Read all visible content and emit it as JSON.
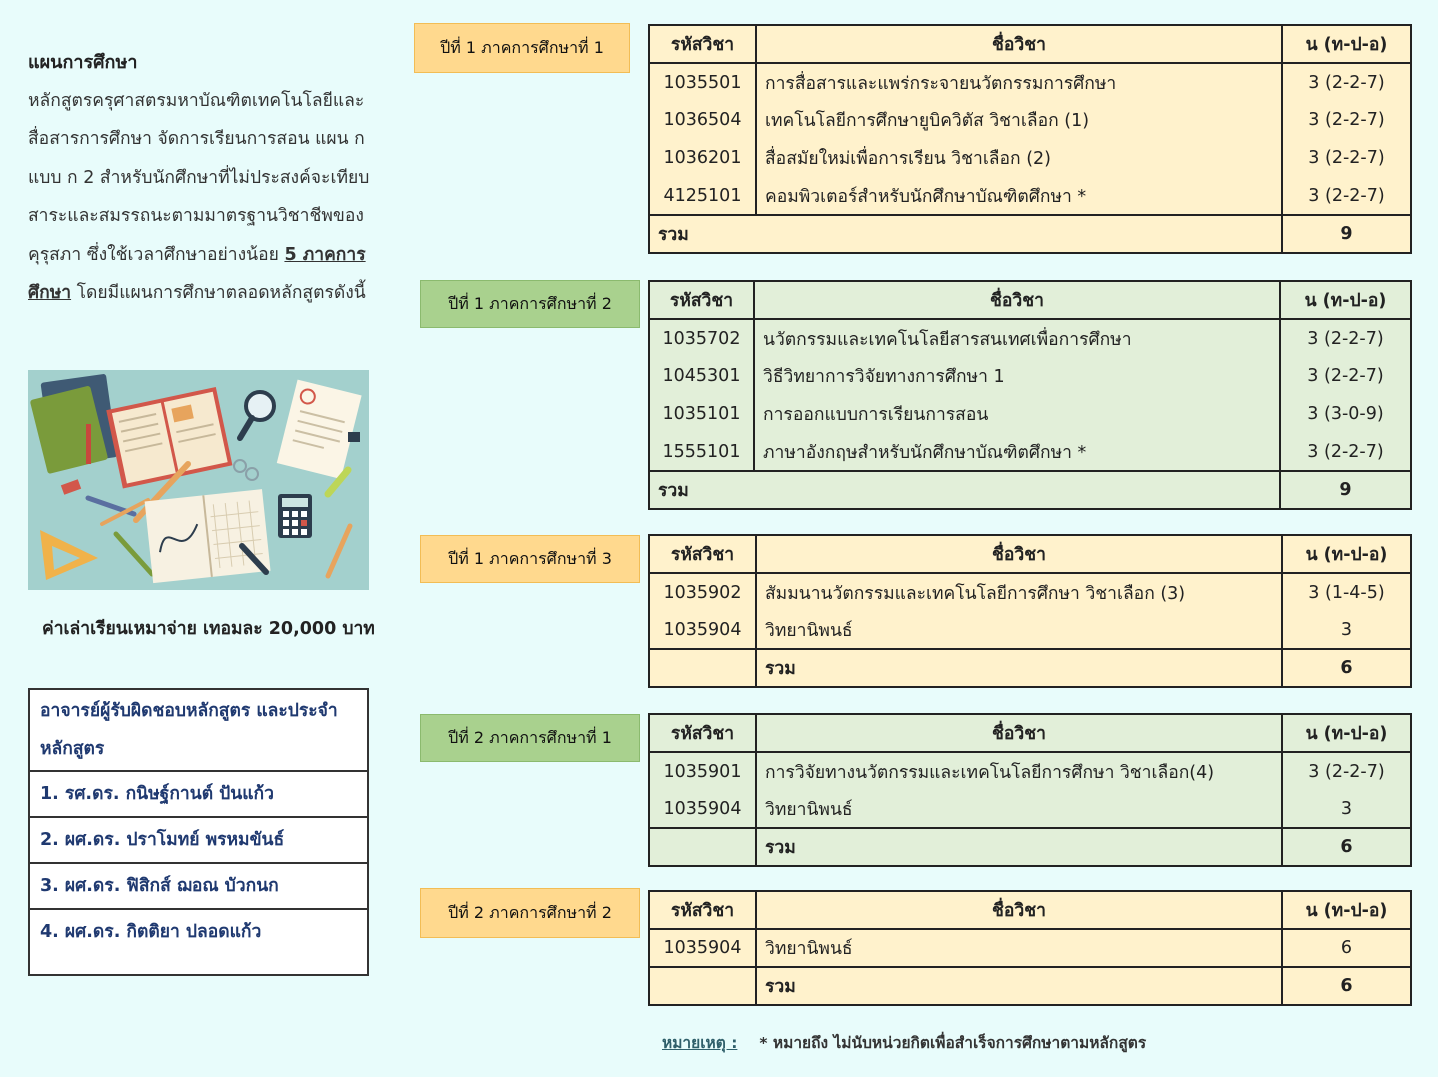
{
  "intro": {
    "title": "แผนการศึกษา",
    "body_before": "หลักสูตรครุศาสตรมหาบัณฑิตเทคโนโลยีและสื่อสารการศึกษา จัดการเรียนการสอน แผน ก แบบ ก 2 สำหรับนักศึกษาที่ไม่ประสงค์จะเทียบสาระและสมรรถนะตามมาตรฐานวิชาชีพของคุรุสภา ซึ่งใช้เวลาศึกษาอย่างน้อย",
    "body_emphasis": "5 ภาคการศึกษา",
    "body_after": "โดยมีแผนการศึกษาตลอดหลักสูตรดังนี้"
  },
  "fee": "ค่าเล่าเรียนเหมาจ่าย เทอมละ 20,000 บาท",
  "staff": {
    "header": "อาจารย์ผู้รับผิดชอบหลักสูตร และประจำหลักสูตร",
    "members": [
      "1. รศ.ดร. กนิษฐ์กานต์ ปันแก้ว",
      "2. ผศ.ดร. ปราโมทย์ พรหมขันธ์",
      "3. ผศ.ดร. ฟิสิกส์ ฌอณ บัวกนก",
      "4. ผศ.ดร. กิตติยา ปลอดแก้ว"
    ]
  },
  "columns": {
    "code": "รหัสวิชา",
    "name": "ชื่อวิชา",
    "credits": "น (ท-ป-อ)"
  },
  "total_label": "รวม",
  "semesters": [
    {
      "label": "ปีที่ 1 ภาคการศึกษาที่ 1",
      "theme": "yellow",
      "courses": [
        {
          "code": "1035501",
          "name": "การสื่อสารและแพร่กระจายนวัตกรรมการศึกษา",
          "credits": "3 (2-2-7)"
        },
        {
          "code": "1036504",
          "name": "เทคโนโลยีการศึกษายูบิควิตัส วิชาเลือก (1)",
          "credits": "3 (2-2-7)"
        },
        {
          "code": "1036201",
          "name": "สื่อสมัยใหม่เพื่อการเรียน วิชาเลือก  (2)",
          "credits": "3 (2-2-7)"
        },
        {
          "code": "4125101",
          "name": "คอมพิวเตอร์สำหรับนักศึกษาบัณฑิตศึกษา *",
          "credits": "3 (2-2-7)"
        }
      ],
      "total": "9"
    },
    {
      "label": "ปีที่ 1 ภาคการศึกษาที่ 2",
      "theme": "green",
      "courses": [
        {
          "code": "1035702",
          "name": "นวัตกรรมและเทคโนโลยีสารสนเทศเพื่อการศึกษา",
          "credits": "3 (2-2-7)"
        },
        {
          "code": "1045301",
          "name": "วิธีวิทยาการวิจัยทางการศึกษา 1",
          "credits": "3 (2-2-7)"
        },
        {
          "code": "1035101",
          "name": "การออกแบบการเรียนการสอน",
          "credits": "3 (3-0-9)"
        },
        {
          "code": "1555101",
          "name": "ภาษาอังกฤษสำหรับนักศึกษาบัณฑิตศึกษา *",
          "credits": "3 (2-2-7)"
        }
      ],
      "total": "9"
    },
    {
      "label": "ปีที่ 1 ภาคการศึกษาที่ 3",
      "theme": "yellow",
      "courses": [
        {
          "code": "1035902",
          "name": "สัมมนานวัตกรรมและเทคโนโลยีการศึกษา วิชาเลือก (3)",
          "credits": "3 (1-4-5)"
        },
        {
          "code": "1035904",
          "name": "วิทยานิพนธ์",
          "credits": "3"
        }
      ],
      "total": "6"
    },
    {
      "label": "ปีที่ 2 ภาคการศึกษาที่ 1",
      "theme": "green",
      "courses": [
        {
          "code": "1035901",
          "name": "การวิจัยทางนวัตกรรมและเทคโนโลยีการศึกษา วิชาเลือก(4)",
          "credits": "3 (2-2-7)"
        },
        {
          "code": "1035904",
          "name": "วิทยานิพนธ์",
          "credits": "3"
        }
      ],
      "total": "6"
    },
    {
      "label": "ปีที่ 2 ภาคการศึกษาที่ 2",
      "theme": "yellow",
      "courses": [
        {
          "code": "1035904",
          "name": "วิทยานิพนธ์",
          "credits": "6"
        }
      ],
      "total": "6"
    }
  ],
  "note": {
    "label": "หมายเหตุ :",
    "text": "*  หมายถึง ไม่นับหน่วยกิตเพื่อสำเร็จการศึกษาตามหลักสูตร"
  },
  "colors": {
    "background": "#e8fcfb",
    "label_yellow": "#ffd98e",
    "label_green": "#a9d18e",
    "table_yellow": "#fff2cc",
    "table_green": "#e2efd9",
    "staff_text": "#1f3970"
  }
}
